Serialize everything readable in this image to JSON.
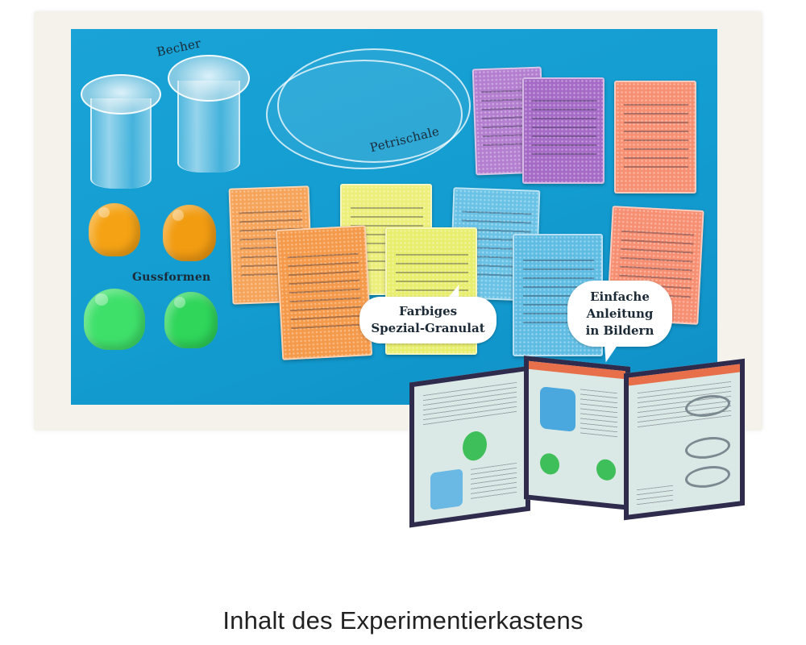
{
  "labels": {
    "cups": "Becher",
    "petri_dish": "Petrischale",
    "molds": "Gussformen"
  },
  "bubbles": {
    "granulate": [
      "Farbiges",
      "Spezial-Granulat"
    ],
    "instructions": [
      "Einfache",
      "Anleitung",
      "in Bildern"
    ]
  },
  "caption": "Inhalt des Experimentierkastens",
  "colors": {
    "board": "#139cd0",
    "purple_granulate": "#b47fd0",
    "orange_granulate": "#f59a4a",
    "salmon_granulate": "#f78f72",
    "yellow_granulate": "#ecef7a",
    "blue_granulate": "#6ac3e6",
    "orange_mold": "#f5a315",
    "green_mold": "#3fe06a",
    "booklet_border": "#2f2b4d"
  }
}
